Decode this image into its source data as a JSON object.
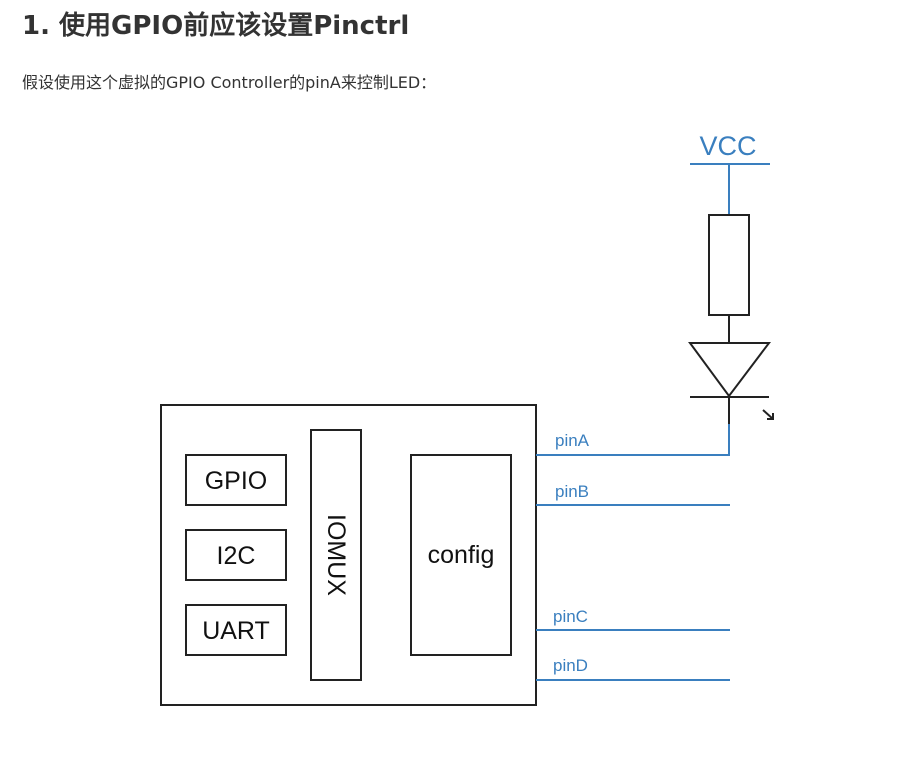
{
  "heading": "1. 使用GPIO前应该设置Pinctrl",
  "intro": "假设使用这个虚拟的GPIO Controller的pinA来控制LED：",
  "diagram": {
    "vcc": "VCC",
    "blocks": {
      "gpio": "GPIO",
      "i2c": "I2C",
      "uart": "UART",
      "iomux": "IOMUX",
      "config": "config"
    },
    "pins": {
      "a": "pinA",
      "b": "pinB",
      "c": "pinC",
      "d": "pinD"
    },
    "colors": {
      "wire": "#3a7fbf",
      "outline": "#222222"
    }
  }
}
